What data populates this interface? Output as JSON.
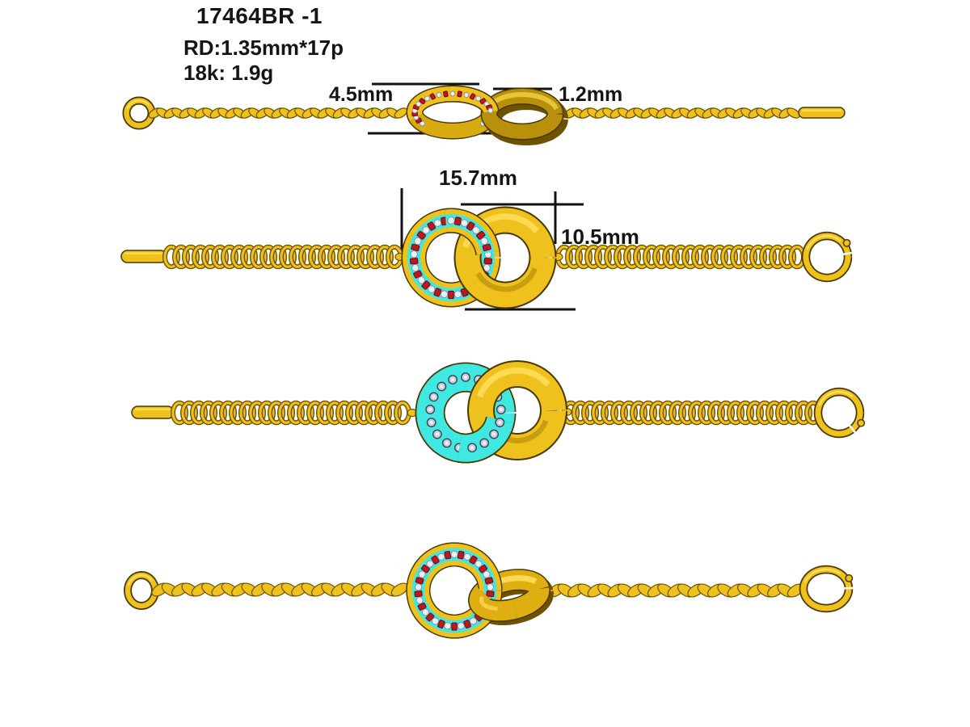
{
  "header": {
    "product_code": "17464BR -1",
    "stone_spec": "RD:1.35mm*17p",
    "metal_spec": "18k: 1.9g"
  },
  "dimensions": {
    "pave_band_width": "4.5mm",
    "plain_ring_thickness": "1.2mm",
    "overall_motif_width": "15.7mm",
    "ring_outer_diameter": "10.5mm"
  },
  "stones": {
    "count": 17
  },
  "colors": {
    "gold": "#EFC11D",
    "gold_light": "#FFDE5C",
    "gold_dark": "#B8900B",
    "gold_deep": "#6E5200",
    "outline": "#4A3800",
    "turquoise": "#3FE9E2",
    "ruby": "#C2161E",
    "ruby_dark": "#6E0A0F",
    "diamond": "#F2F3F7",
    "diamond_edge": "#878E9C",
    "diamond_back": "#C9CDE2",
    "dimension_line": "#121212",
    "text": "#151515",
    "background": "#FFFFFF"
  }
}
